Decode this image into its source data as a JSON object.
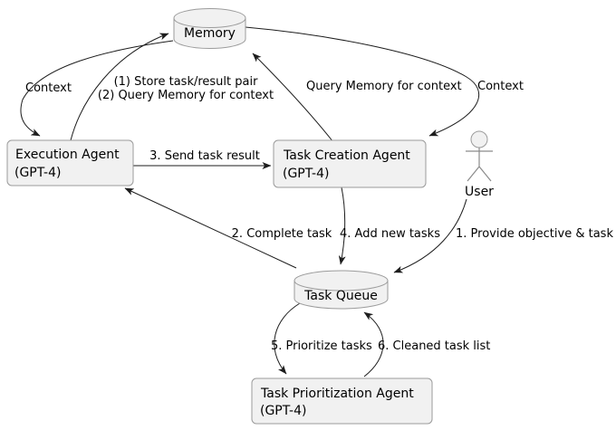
{
  "diagram": {
    "type": "agent-architecture-flow",
    "colors": {
      "background": "#ffffff",
      "node_fill": "#f1f1f1",
      "node_border": "#9b9b9b",
      "edge_line": "#1d1d1d",
      "text": "#000000"
    },
    "nodes": {
      "memory": {
        "shape": "database-cylinder",
        "label": "Memory"
      },
      "execution_agent": {
        "shape": "rounded-rect",
        "title": "Execution Agent",
        "subtitle": "(GPT-4)"
      },
      "task_creation_agent": {
        "shape": "rounded-rect",
        "title": "Task Creation Agent",
        "subtitle": "(GPT-4)"
      },
      "task_queue": {
        "shape": "database-cylinder",
        "label": "Task Queue"
      },
      "task_prioritization_agent": {
        "shape": "rounded-rect",
        "title": "Task Prioritization Agent",
        "subtitle": "(GPT-4)"
      },
      "user": {
        "shape": "actor-stick-figure",
        "label": "User"
      }
    },
    "edges": [
      {
        "from": "memory",
        "to": "execution_agent",
        "label": "Context"
      },
      {
        "from": "execution_agent",
        "to": "memory",
        "label_line1": "(1) Store task/result pair",
        "label_line2": "(2) Query Memory for context"
      },
      {
        "from": "task_creation_agent",
        "to": "memory",
        "label": "Query Memory for context"
      },
      {
        "from": "memory",
        "to": "task_creation_agent",
        "label": "Context"
      },
      {
        "from": "execution_agent",
        "to": "task_creation_agent",
        "label": "3. Send task result"
      },
      {
        "from": "task_queue",
        "to": "execution_agent",
        "label": "2. Complete task"
      },
      {
        "from": "task_creation_agent",
        "to": "task_queue",
        "label": "4. Add new tasks"
      },
      {
        "from": "user",
        "to": "task_queue",
        "label": "1. Provide objective & task"
      },
      {
        "from": "task_queue",
        "to": "task_prioritization_agent",
        "label": "5. Prioritize tasks"
      },
      {
        "from": "task_prioritization_agent",
        "to": "task_queue",
        "label": "6. Cleaned task list"
      }
    ]
  }
}
